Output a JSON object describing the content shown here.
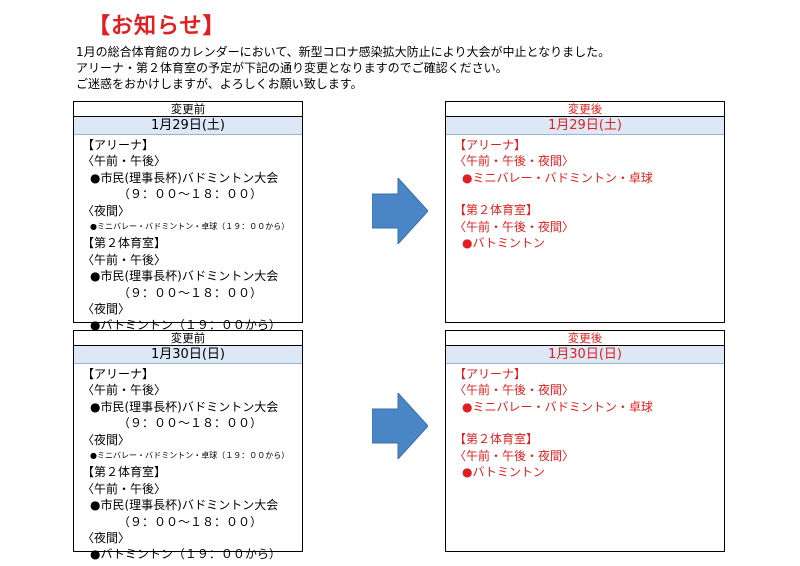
{
  "title": "【お知らせ】",
  "intro": [
    "1月の総合体育館のカレンダーにおいて、新型コロナ感染拡大防止により大会が中止となりました。",
    "アリーナ・第２体育室の予定が下記の通り変更となりますのでご確認ください。",
    "ご迷惑をおかけしますが、よろしくお願い致します。"
  ],
  "colors": {
    "red": "#e02020",
    "date_band": "#dce8f5",
    "arrow": "#4a86c6"
  },
  "before_jan29": {
    "header": "変更前",
    "date": "1月29日(土)",
    "l1": "【アリーナ】",
    "l2": "〈午前・午後〉",
    "l3": "●市民(理事長杯)バドミントン大会",
    "l4": "（９：００～１８：００）",
    "l5": "〈夜間〉",
    "l6": "●ミニバレー・バドミントン・卓球（１９：００から）",
    "l7": "【第２体育室】",
    "l8": "〈午前・午後〉",
    "l9": "●市民(理事長杯)バドミントン大会",
    "l10": "（９：００～１８：００）",
    "l11": "〈夜間〉",
    "l12": "●バトミントン（１９：００から）"
  },
  "after_jan29": {
    "header": "変更後",
    "date": "1月29日(土)",
    "l1": "【アリーナ】",
    "l2": "〈午前・午後・夜間〉",
    "l3": "●ミニバレー・バドミントン・卓球",
    "l4": "【第２体育室】",
    "l5": "〈午前・午後・夜間〉",
    "l6": "●バトミントン"
  },
  "before_jan30": {
    "header": "変更前",
    "date": "1月30日(日)",
    "l1": "【アリーナ】",
    "l2": "〈午前・午後〉",
    "l3": "●市民(理事長杯)バドミントン大会",
    "l4": "（９：００～１８：００）",
    "l5": "〈夜間〉",
    "l6": "●ミニバレー・バドミントン・卓球（１９：００から）",
    "l7": "【第２体育室】",
    "l8": "〈午前・午後〉",
    "l9": "●市民(理事長杯)バドミントン大会",
    "l10": "（９：００～１８：００）",
    "l11": "〈夜間〉",
    "l12": "●バトミントン（１９：００から）"
  },
  "after_jan30": {
    "header": "変更後",
    "date": "1月30日(日)",
    "l1": "【アリーナ】",
    "l2": "〈午前・午後・夜間〉",
    "l3": "●ミニバレー・バドミントン・卓球",
    "l4": "【第２体育室】",
    "l5": "〈午前・午後・夜間〉",
    "l6": "●バトミントン"
  }
}
